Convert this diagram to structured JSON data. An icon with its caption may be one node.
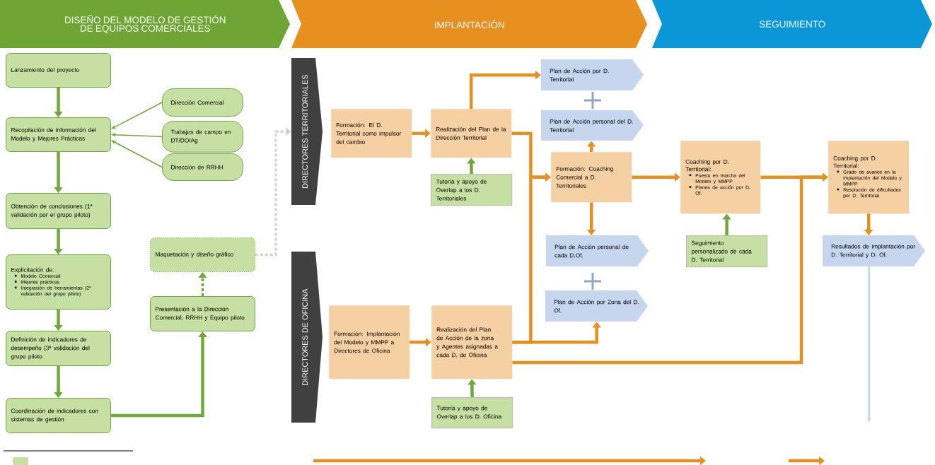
{
  "diagram": {
    "nodes": [
      {
        "text": [
          "DISEÑO DEL MODELO DE GESTIÓN DE EQUIPOS COMERCIALES"
        ]
      },
      {
        "text": [
          "IMPLANTACIÓN"
        ]
      },
      {
        "text": [
          "SEGUIMIENTO"
        ]
      },
      {
        "text": [
          "Lanzamiento del proyecto"
        ]
      },
      {
        "text": [
          "Recopilación de información del Modelo y Mejores Prácticas"
        ]
      },
      {
        "text": [
          "Dirección Comercial"
        ]
      },
      {
        "text": [
          "Trabajos de campo en DT/DO/Ag"
        ]
      },
      {
        "text": [
          "Dirección de RRHH"
        ]
      },
      {
        "text": [
          "Obtención de conclusiones (1ª validación por el grupo piloto)"
        ]
      },
      {
        "text": [
          "Explicitación de:",
          "Modelo Comercial",
          "Mejores prácticas",
          "Integración de herramientas (2ª validación del grupo piloto)"
        ]
      },
      {
        "text": [
          "Definición de indicadores de desempeño (3ª validación del grupo piloto"
        ]
      },
      {
        "text": [
          "Coordinación de indicadores con sistemas de gestión"
        ]
      },
      {
        "text": [
          "Maquetación y diseño gráfico"
        ]
      },
      {
        "text": [
          "Presentación a la Dirección Comercial, RRHH y Equipo piloto"
        ]
      },
      {
        "text": [
          "DIRECTORES TERRITORIALES"
        ]
      },
      {
        "text": [
          "DIRECTORES DE OFICINA"
        ]
      },
      {
        "text": [
          "Formación: El D. Territorial como impulsor del cambio"
        ]
      },
      {
        "text": [
          "Realización del Plan de la Dirección Territorial"
        ]
      },
      {
        "text": [
          "Tutoría y apoyo de Overlap a los D. Territoriales"
        ]
      },
      {
        "text": [
          "Plan de Acción por D. Territorial"
        ]
      },
      {
        "text": [
          "Plan de Acción personal del D. Territorial"
        ]
      },
      {
        "text": [
          "Formación: Coaching Comercial a D. Territoriales"
        ]
      },
      {
        "text": [
          "Plan de Acción personal de cada D.Of."
        ]
      },
      {
        "text": [
          "Plan de Acción por Zona del D. Of."
        ]
      },
      {
        "text": [
          "Formación: Implantación del Modelo y MMPP a Directores de Oficina"
        ]
      },
      {
        "text": [
          "Realización del Plan de Acción de la zona y Agentes asignadas a cada D. de Oficina"
        ]
      },
      {
        "text": [
          "Tutoría y apoyo de Overlap a los D. Oficina"
        ]
      },
      {
        "text": [
          "Coaching por D. Territorial:",
          "Puesta en marcha del Modelo y MMPP",
          "Planes de acción por D. Of."
        ]
      },
      {
        "text": [
          "Seguimiento personalizado de cada D. Territorial"
        ]
      },
      {
        "text": [
          "Coaching por D. Territorial:",
          "Grado de avance en la implantación del Modelo y MMPP",
          "Resolución de dificultades por D. Territorial"
        ]
      },
      {
        "text": [
          "Resultados de implantación por D. Territorial y D. Of."
        ]
      }
    ],
    "edges": [
      {
        "from": 3,
        "to": 4,
        "arrow": "to"
      },
      {
        "from": 4,
        "to": 8,
        "arrow": "to"
      },
      {
        "from": 8,
        "to": 9,
        "arrow": "to"
      },
      {
        "from": 9,
        "to": 10,
        "arrow": "to"
      },
      {
        "from": 10,
        "to": 11,
        "arrow": "to"
      },
      {
        "from": 5,
        "to": 4,
        "arrow": "to"
      },
      {
        "from": 6,
        "to": 4,
        "arrow": "to"
      },
      {
        "from": 7,
        "to": 4,
        "arrow": "to"
      },
      {
        "from": 11,
        "to": 13,
        "arrow": "to"
      },
      {
        "from": 13,
        "to": 12,
        "arrow": "to",
        "style": "dashed"
      },
      {
        "from": 12,
        "to": 14,
        "arrow": "to",
        "style": "dashed",
        "color": "#d8d3cb"
      },
      {
        "from": 16,
        "to": 17,
        "arrow": "to",
        "color": "#e8901f"
      },
      {
        "from": 18,
        "to": 17,
        "arrow": "to"
      },
      {
        "from": 17,
        "to": 19,
        "arrow": "to",
        "color": "#e8901f"
      },
      {
        "from": 17,
        "to": 21,
        "arrow": "to",
        "color": "#e8901f"
      },
      {
        "from": 25,
        "to": 21,
        "arrow": "to",
        "color": "#e8901f"
      },
      {
        "from": 25,
        "to": 23,
        "arrow": "to",
        "color": "#e8901f"
      },
      {
        "from": 21,
        "to": 20,
        "arrow": "to",
        "color": "#e8901f"
      },
      {
        "from": 21,
        "to": 22,
        "arrow": "to",
        "color": "#e8901f"
      },
      {
        "from": 21,
        "to": 27,
        "arrow": "to",
        "color": "#e8901f"
      },
      {
        "from": 27,
        "to": 29,
        "arrow": "to",
        "color": "#e8901f"
      },
      {
        "from": 25,
        "to": 29,
        "arrow": "to",
        "color": "#e8901f"
      },
      {
        "from": 28,
        "to": 27,
        "arrow": "to"
      },
      {
        "from": 29,
        "to": 30,
        "arrow": "to",
        "color": "#e8901f"
      },
      {
        "from": 30,
        "to": null,
        "arrow": "to",
        "color": "#c5d6ee"
      },
      {
        "from": 24,
        "to": 25,
        "arrow": "to",
        "color": "#e8901f"
      },
      {
        "from": 26,
        "to": 25,
        "arrow": "to"
      }
    ]
  }
}
